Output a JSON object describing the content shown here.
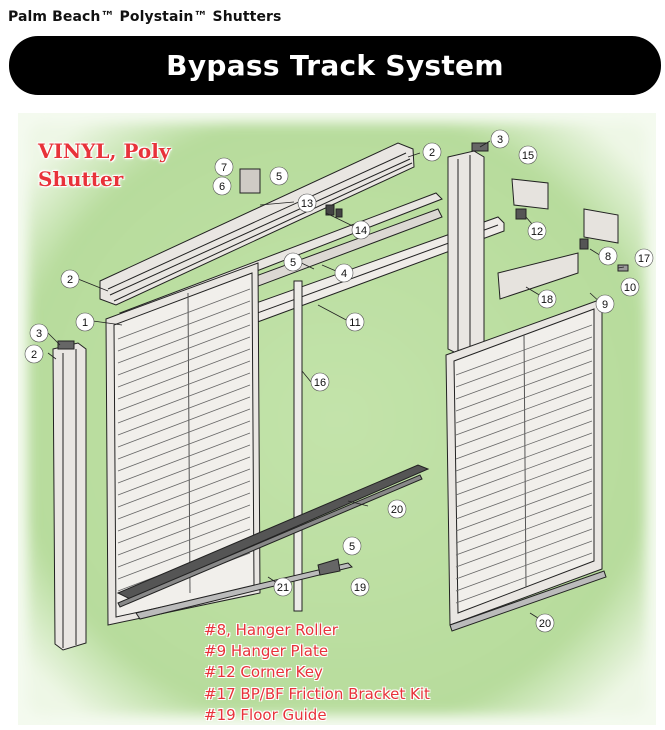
{
  "header": {
    "brand": "Palm Beach™ Polystain™ Shutters"
  },
  "banner": {
    "title": "Bypass Track System"
  },
  "diagram": {
    "callout_lines": [
      "VINYL, Poly",
      "Shutter"
    ],
    "part_numbers": [
      "1",
      "2",
      "2",
      "2",
      "3",
      "3",
      "4",
      "5",
      "5",
      "5",
      "6",
      "7",
      "8",
      "9",
      "10",
      "11",
      "12",
      "13",
      "14",
      "15",
      "16",
      "17",
      "18",
      "19",
      "20",
      "20",
      "21"
    ],
    "parts_list": [
      "#8, Hanger Roller",
      "#9 Hanger Plate",
      "#12 Corner Key",
      "#17 BP/BF Friction Bracket Kit",
      "#19 Floor Guide"
    ]
  },
  "colors": {
    "panel_green": "#bfe0a8",
    "callout_red": "#e8323a",
    "banner_black": "#000000"
  }
}
